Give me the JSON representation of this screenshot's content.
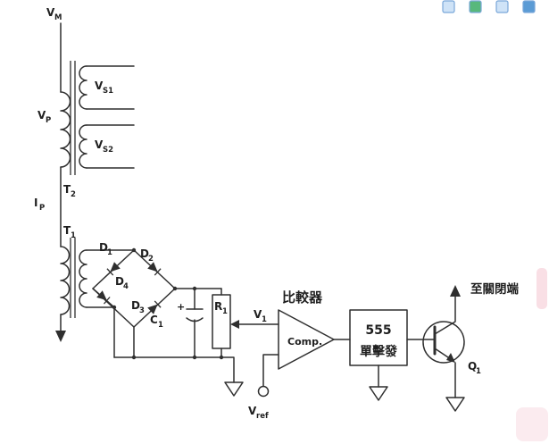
{
  "decor": {
    "browser_icons": [
      {
        "name": "toolbar-icon-1",
        "fill": "#cfe3f7"
      },
      {
        "name": "toolbar-icon-2",
        "fill": "#58b87c"
      },
      {
        "name": "toolbar-icon-3",
        "fill": "#cfe3f7"
      },
      {
        "name": "toolbar-icon-4",
        "fill": "#5b9bd5"
      }
    ],
    "icon_border": "#7aa7d9",
    "smudge_pink_1": "#f2b8c6",
    "smudge_pink_2": "#f6cdd8"
  },
  "diagram": {
    "ink_color": "#2f2f2f",
    "labels": {
      "vm": {
        "base": "V",
        "sub": "M"
      },
      "vp": {
        "base": "V",
        "sub": "P"
      },
      "vs1": {
        "base": "V",
        "sub": "S1"
      },
      "vs2": {
        "base": "V",
        "sub": "S2"
      },
      "t2": {
        "base": "T",
        "sub": "2"
      },
      "ip": {
        "base": "I",
        "sub": "P"
      },
      "t1": {
        "base": "T",
        "sub": "1"
      },
      "d1": {
        "base": "D",
        "sub": "1"
      },
      "d2": {
        "base": "D",
        "sub": "2"
      },
      "d3": {
        "base": "D",
        "sub": "3"
      },
      "d4": {
        "base": "D",
        "sub": "4"
      },
      "c1": {
        "base": "C",
        "sub": "1"
      },
      "c1_polarity": "+",
      "r1": {
        "base": "R",
        "sub": "1"
      },
      "v1": {
        "base": "V",
        "sub": "1"
      },
      "vref": {
        "base": "V",
        "sub": "ref"
      },
      "q1": {
        "base": "Q",
        "sub": "1"
      },
      "comparator_cn": "比較器",
      "comparator_en": "Comp.",
      "timer_chip": "555",
      "oneshot_cn": "單擊發",
      "output_cn": "至關閉端"
    }
  }
}
